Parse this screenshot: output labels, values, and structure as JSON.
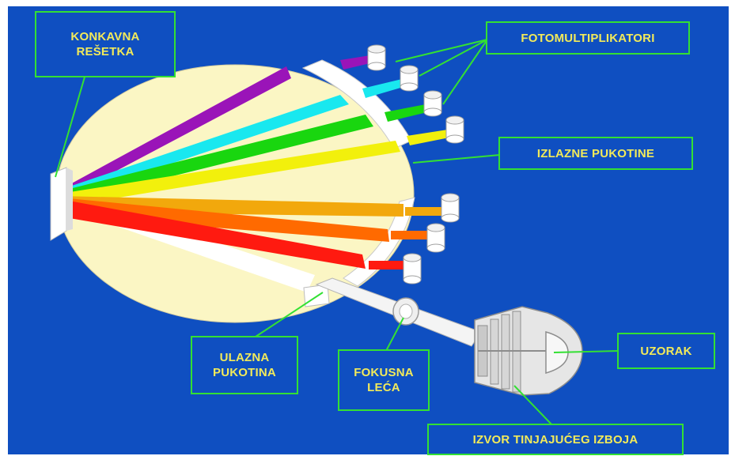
{
  "labels": {
    "grating": [
      "KONKAVNA",
      "REŠETKA"
    ],
    "photomultipliers": "FOTOMULTIPLIKATORI",
    "exit_slits": "IZLAZNE PUKOTINE",
    "entrance_slit": [
      "ULAZNA",
      "PUKOTINA"
    ],
    "lens": [
      "FOKUSNA",
      "LEĆA"
    ],
    "sample": "UZORAK",
    "source": "IZVOR TINJAJUĆEG IZBOJA"
  },
  "colors": {
    "background": "#0f4fc1",
    "label_border": "#33e033",
    "label_text": "#f2ea5a",
    "circle_fill": "#fbf6c4",
    "beams": [
      "#9a14b8",
      "#19e8ef",
      "#19d60f",
      "#f2f00c",
      "#f2a80c",
      "#ff6a00",
      "#ff1a10"
    ]
  },
  "icons": {
    "photomultiplier": "cylinder-icon",
    "source": "lamp-housing-icon"
  }
}
